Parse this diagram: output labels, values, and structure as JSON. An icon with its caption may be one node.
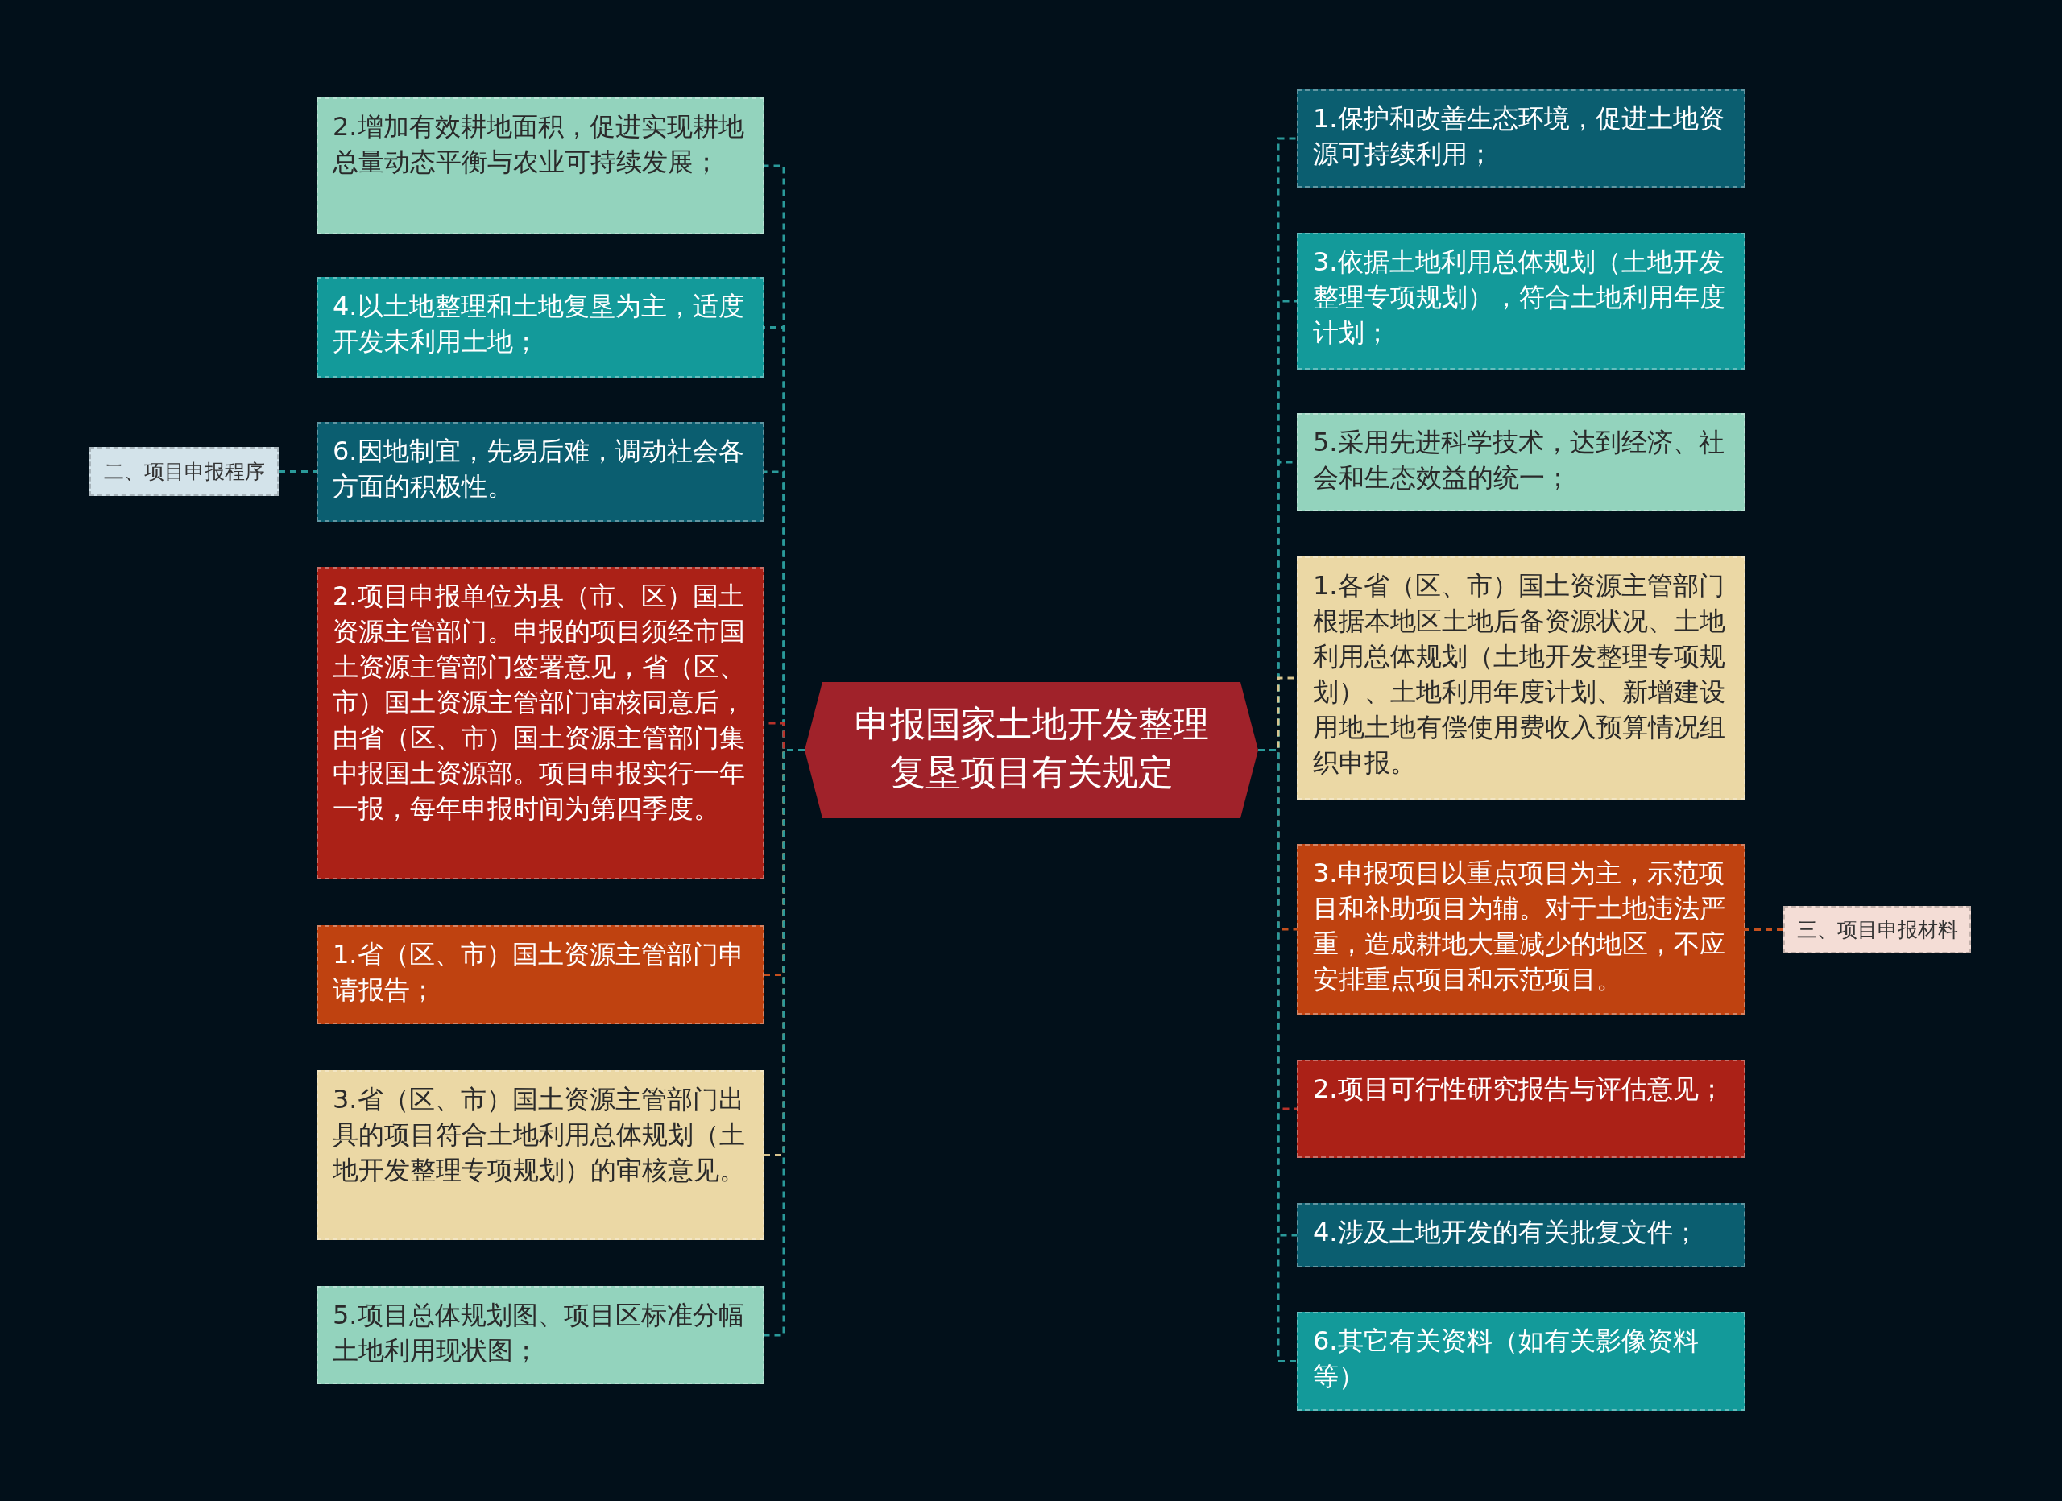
{
  "diagram": {
    "nodes": [
      {
        "text": [
          "申报国家土地开发整理复垦项目有关规定"
        ]
      },
      {
        "text": [
          "二、项目申报程序"
        ]
      },
      {
        "text": [
          "2.增加有效耕地面积，促进实现耕地总量动态平衡与农业可持续发展；"
        ]
      },
      {
        "text": [
          "4.以土地整理和土地复垦为主，适度开发未利用土地；"
        ]
      },
      {
        "text": [
          "6.因地制宜，先易后难，调动社会各方面的积极性。"
        ]
      },
      {
        "text": [
          "2.项目申报单位为县（市、区）国土资源主管部门。申报的项目须经市国土资源主管部门签署意见，省（区、市）国土资源主管部门审核同意后，由省（区、市）国土资源主管部门集中报国土资源部。项目申报实行一年一报，每年申报时间为第四季度。"
        ]
      },
      {
        "text": [
          "1.省（区、市）国土资源主管部门申请报告；"
        ]
      },
      {
        "text": [
          "3.省（区、市）国土资源主管部门出具的项目符合土地利用总体规划（土地开发整理专项规划）的审核意见。"
        ]
      },
      {
        "text": [
          "5.项目总体规划图、项目区标准分幅土地利用现状图；"
        ]
      },
      {
        "text": [
          "1.保护和改善生态环境，促进土地资源可持续利用；"
        ]
      },
      {
        "text": [
          "3.依据土地利用总体规划（土地开发整理专项规划），符合土地利用年度计划；"
        ]
      },
      {
        "text": [
          "5.采用先进科学技术，达到经济、社会和生态效益的统一；"
        ]
      },
      {
        "text": [
          "1.各省（区、市）国土资源主管部门根据本地区土地后备资源状况、土地利用总体规划（土地开发整理专项规划）、土地利用年度计划、新增建设用地土地有偿使用费收入预算情况组织申报。"
        ]
      },
      {
        "text": [
          "3.申报项目以重点项目为主，示范项目和补助项目为辅。对于土地违法严重，造成耕地大量减少的地区，不应安排重点项目和示范项目。"
        ]
      },
      {
        "text": [
          "2.项目可行性研究报告与评估意见；"
        ]
      },
      {
        "text": [
          "4.涉及土地开发的有关批复文件；"
        ]
      },
      {
        "text": [
          "6.其它有关资料（如有关影像资料等）"
        ]
      },
      {
        "text": [
          "三、项目申报材料"
        ]
      }
    ],
    "edges": [
      {
        "from": 0,
        "to": 2,
        "arrow": "none",
        "style": "dashed"
      },
      {
        "from": 0,
        "to": 3,
        "arrow": "none",
        "style": "dashed"
      },
      {
        "from": 0,
        "to": 4,
        "arrow": "none",
        "style": "dashed"
      },
      {
        "from": 0,
        "to": 5,
        "arrow": "none",
        "style": "dashed",
        "color": "#b8322a"
      },
      {
        "from": 0,
        "to": 6,
        "arrow": "none",
        "style": "dashed",
        "color": "#c4501e"
      },
      {
        "from": 0,
        "to": 7,
        "arrow": "none",
        "style": "dashed",
        "color": "#d8c48e"
      },
      {
        "from": 0,
        "to": 8,
        "arrow": "none",
        "style": "dashed"
      },
      {
        "from": 0,
        "to": 9,
        "arrow": "none",
        "style": "dashed"
      },
      {
        "from": 0,
        "to": 10,
        "arrow": "none",
        "style": "dashed"
      },
      {
        "from": 0,
        "to": 11,
        "arrow": "none",
        "style": "dashed"
      },
      {
        "from": 0,
        "to": 12,
        "arrow": "none",
        "style": "dashed",
        "color": "#d8c48e"
      },
      {
        "from": 0,
        "to": 13,
        "arrow": "none",
        "style": "dashed",
        "color": "#c4501e"
      },
      {
        "from": 0,
        "to": 14,
        "arrow": "none",
        "style": "dashed",
        "color": "#b8322a"
      },
      {
        "from": 0,
        "to": 15,
        "arrow": "none",
        "style": "dashed"
      },
      {
        "from": 0,
        "to": 16,
        "arrow": "none",
        "style": "dashed"
      },
      {
        "from": 1,
        "to": 4,
        "arrow": "none",
        "style": "dashed"
      },
      {
        "from": 17,
        "to": 13,
        "arrow": "none",
        "style": "dashed",
        "color": "#c4501e"
      }
    ]
  }
}
